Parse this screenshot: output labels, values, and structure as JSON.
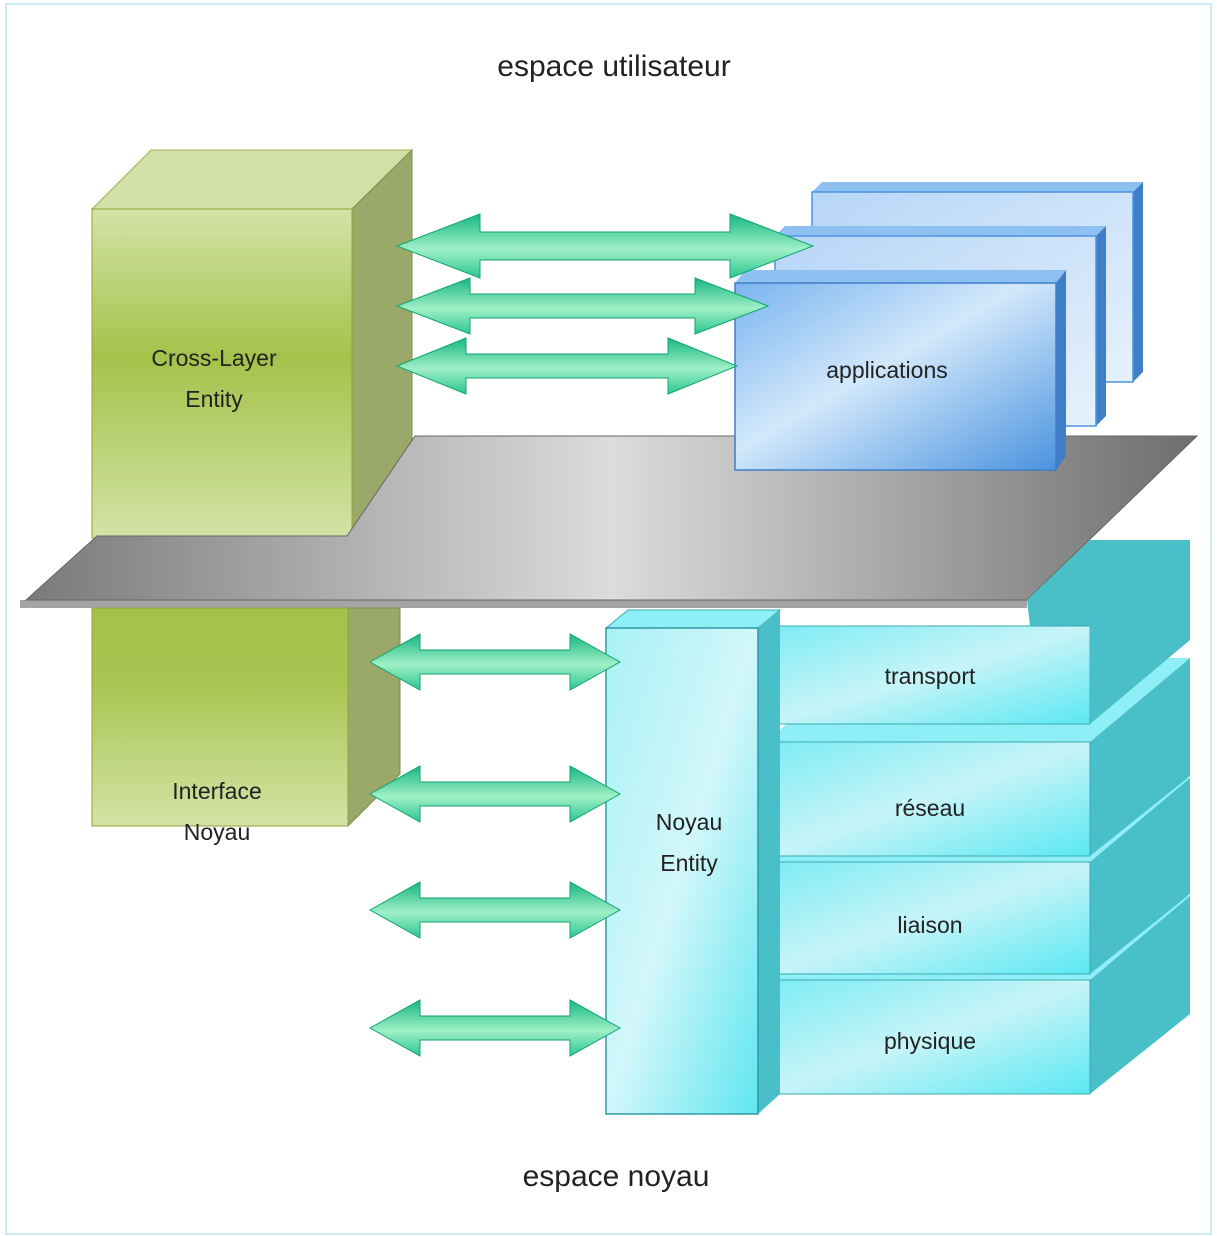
{
  "labels": {
    "user_space": "espace utilisateur",
    "kernel_space": "espace noyau",
    "cross_layer_line1": "Cross-Layer",
    "cross_layer_line2": "Entity",
    "interface_line1": "Interface",
    "interface_line2": "Noyau",
    "applications": "applications",
    "noyau_entity_line1": "Noyau",
    "noyau_entity_line2": "Entity",
    "layers": [
      "transport",
      "réseau",
      "liaison",
      "physique"
    ]
  },
  "colors": {
    "frame_border": "#b8e6ee",
    "green_front_light": "#d3e3a6",
    "green_front_dark": "#a4c24a",
    "green_side": "#9aa86a",
    "green_top": "#d1e0a4",
    "blue_front_light": "#d2e8fb",
    "blue_front_dark": "#4b93df",
    "blue_side": "#3f7fc7",
    "cyan_front_light": "#c7f4f8",
    "cyan_front_dark": "#5ae8f2",
    "cyan_side": "#49bfc8",
    "plane_light": "#d6d6d6",
    "plane_dark": "#6e6e6e",
    "arrow_light": "#9ff0c6",
    "arrow_dark": "#17b782"
  }
}
